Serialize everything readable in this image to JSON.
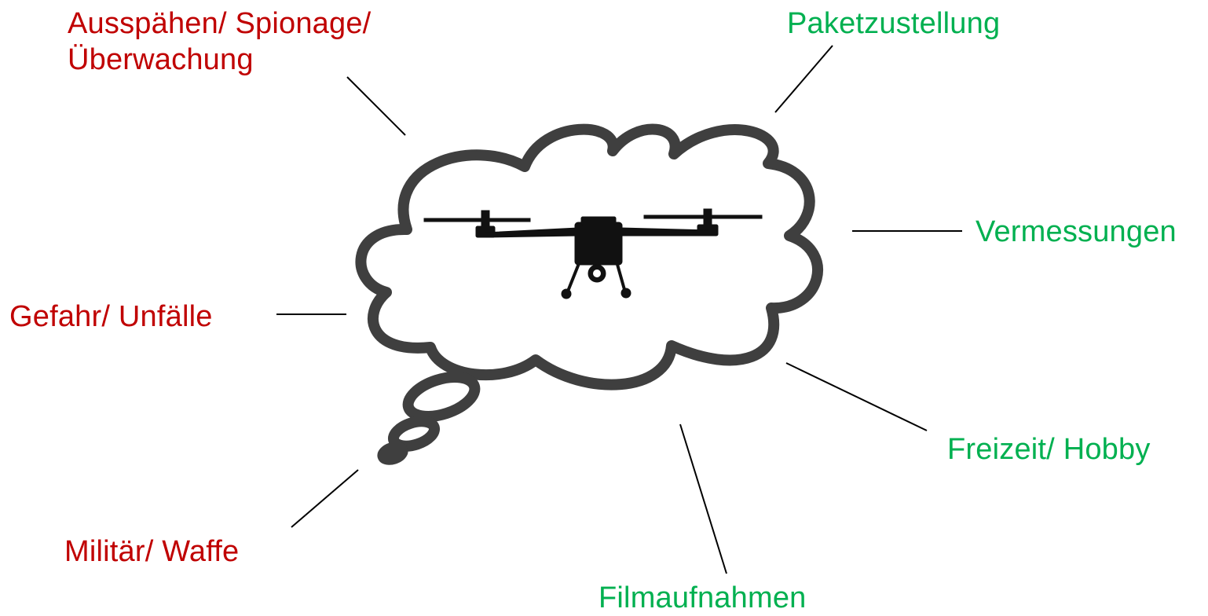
{
  "colors": {
    "negative": "#c00000",
    "positive": "#00b050",
    "cloud_stroke": "#3f3f3f",
    "drone": "#111111",
    "connector": "#000000"
  },
  "icons": {
    "central": "thought-cloud-icon",
    "subject": "quadcopter-drone-icon"
  },
  "labels": {
    "spionage_line1": "Ausspähen/ Spionage/",
    "spionage_line2": "Überwachung",
    "paketzustellung": "Paketzustellung",
    "vermessungen": "Vermessungen",
    "gefahr": "Gefahr/ Unfälle",
    "freizeit": "Freizeit/ Hobby",
    "militaer": "Militär/ Waffe",
    "filmaufnahmen": "Filmaufnahmen"
  }
}
